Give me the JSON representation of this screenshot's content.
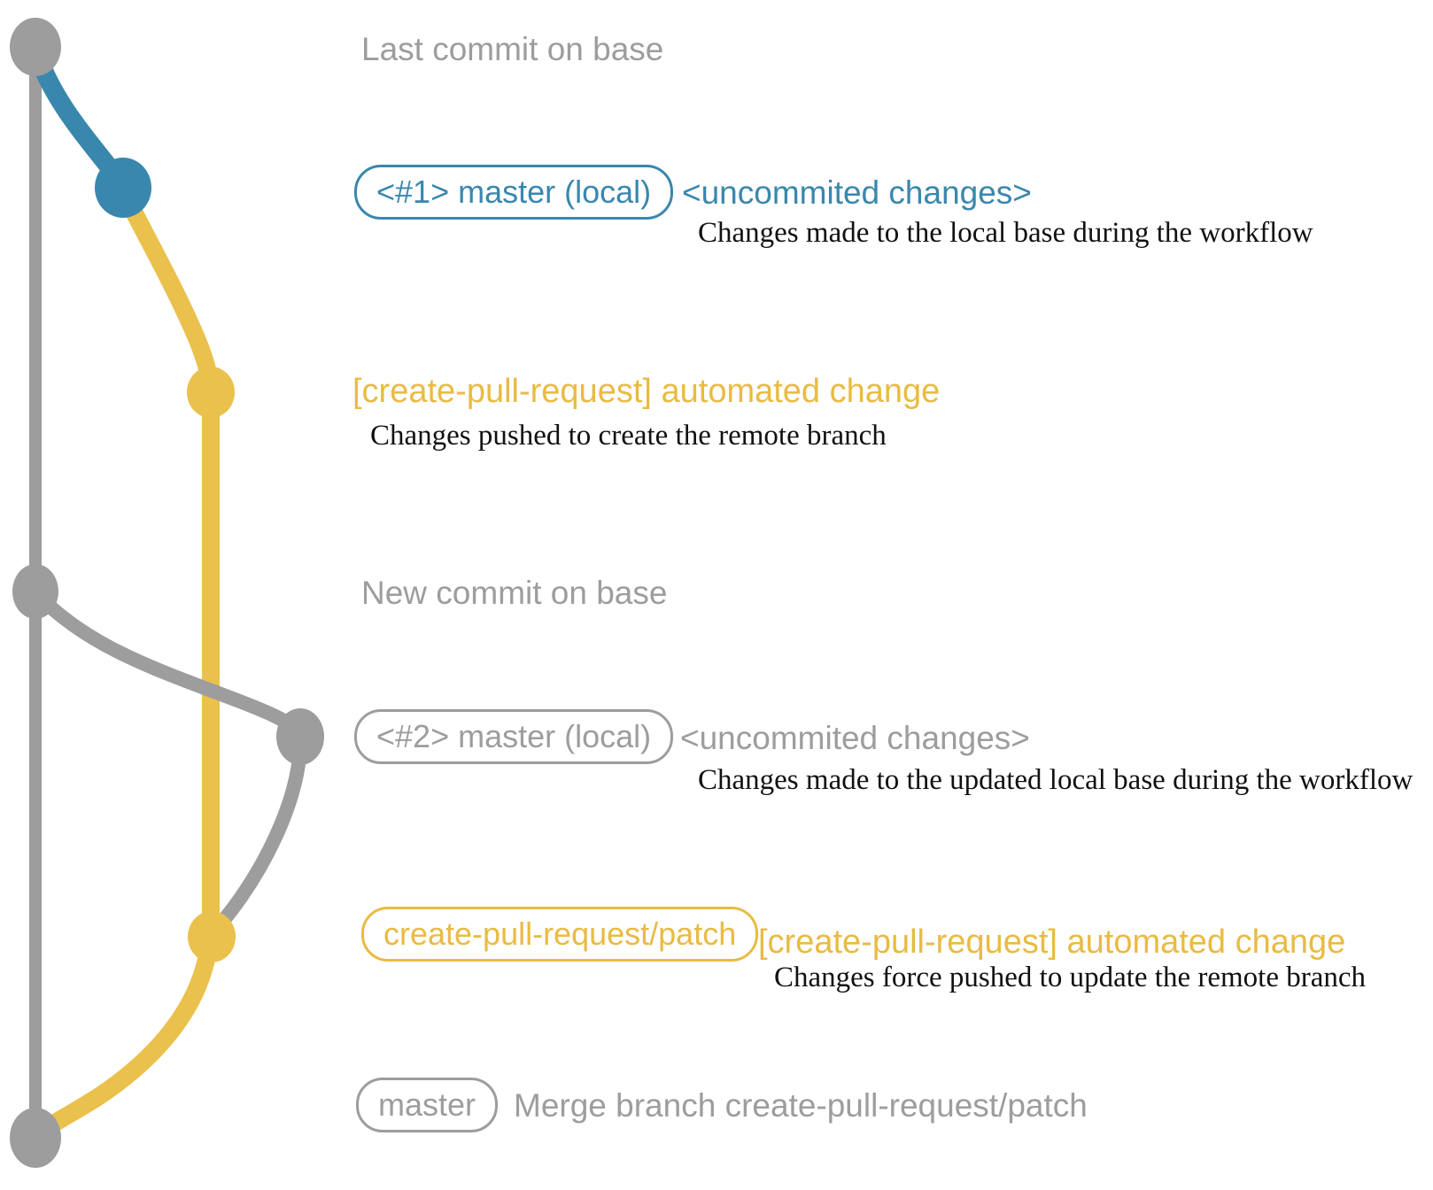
{
  "diagram_type": "git-branch-workflow-graph",
  "colors": {
    "gray": "#9d9d9d",
    "blue": "#3a87ad",
    "yellow_line": "#e9c14c",
    "yellow_text": "#e9bb43",
    "ink": "#111111"
  },
  "commits": {
    "top": {
      "label": "Last commit on base"
    },
    "branch1": {
      "pill": "<#1> master (local)",
      "note": "<uncommited changes>",
      "description": "Changes made to the local base during the workflow"
    },
    "push1": {
      "title": "[create-pull-request] automated change",
      "description": "Changes pushed to create the remote branch"
    },
    "mid": {
      "label": "New commit on base"
    },
    "branch2": {
      "pill": "<#2> master (local)",
      "note": "<uncommited changes>",
      "description": "Changes made to the updated local base during the workflow"
    },
    "push2": {
      "pill": "create-pull-request/patch",
      "note": "[create-pull-request] automated change",
      "description": "Changes force pushed to update the remote branch"
    },
    "merge": {
      "pill": "master",
      "note": "Merge branch create-pull-request/patch"
    }
  }
}
